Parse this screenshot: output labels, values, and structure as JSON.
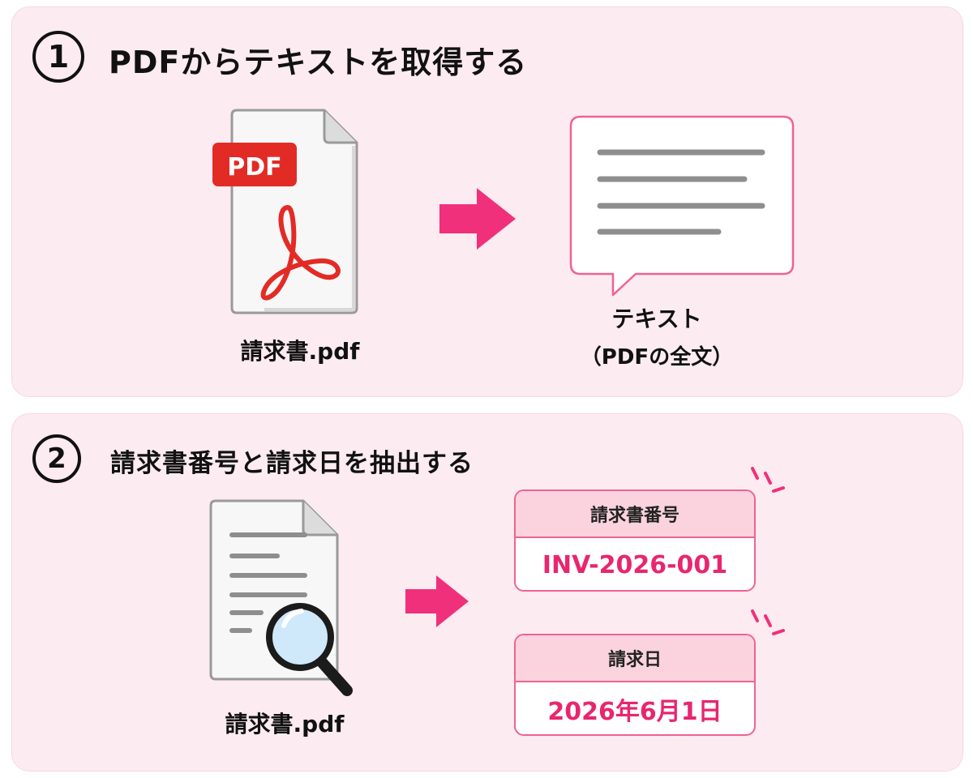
{
  "colors": {
    "panel_bg": "#fcebf0",
    "accent_pink": "#f0307a",
    "pdf_red": "#e32b25",
    "value_pink": "#e8266f",
    "card_border": "#f06292",
    "card_header_bg": "#fad3df"
  },
  "step1": {
    "number": "1",
    "title": "PDFからテキストを取得する",
    "file": {
      "badge": "PDF",
      "caption": "請求書.pdf",
      "icon": "pdf-file-icon"
    },
    "arrow_icon": "right-arrow-icon",
    "output": {
      "caption": "テキスト",
      "subcaption": "（PDFの全文）",
      "icon": "speech-bubble-icon"
    }
  },
  "step2": {
    "number": "2",
    "title": "請求書番号と請求日を抽出する",
    "file": {
      "caption": "請求書.pdf",
      "icon": "document-search-icon"
    },
    "arrow_icon": "right-arrow-icon",
    "results": [
      {
        "label": "請求書番号",
        "value": "INV-2026-001"
      },
      {
        "label": "請求日",
        "value": "2026年6月1日"
      }
    ]
  }
}
